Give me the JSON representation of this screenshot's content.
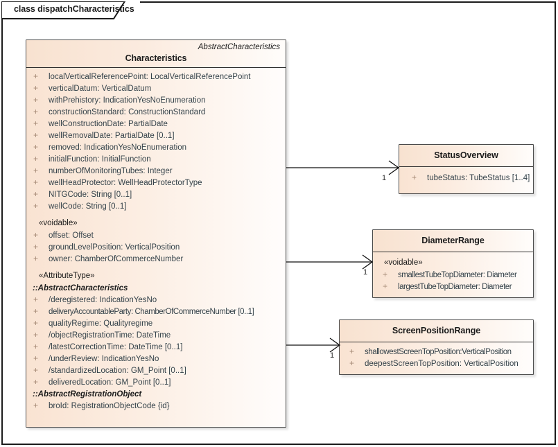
{
  "diagram": {
    "tab_label": "class dispatchCharacteristics"
  },
  "main_class": {
    "stereotype_right": "AbstractCharacteristics",
    "name": "Characteristics",
    "attributes": [
      {
        "vis": "+",
        "text": "localVerticalReferencePoint: LocalVerticalReferencePoint"
      },
      {
        "vis": "+",
        "text": "verticalDatum: VerticalDatum"
      },
      {
        "vis": "+",
        "text": "withPrehistory: IndicationYesNoEnumeration"
      },
      {
        "vis": "+",
        "text": "constructionStandard: ConstructionStandard"
      },
      {
        "vis": "+",
        "text": "wellConstructionDate: PartialDate"
      },
      {
        "vis": "+",
        "text": "wellRemovalDate: PartialDate [0..1]"
      },
      {
        "vis": "+",
        "text": "removed: IndicationYesNoEnumeration"
      },
      {
        "vis": "+",
        "text": "initialFunction: InitialFunction"
      },
      {
        "vis": "+",
        "text": "numberOfMonitoringTubes: Integer"
      },
      {
        "vis": "+",
        "text": "wellHeadProtector: WellHeadProtectorType"
      },
      {
        "vis": "+",
        "text": "NITGCode: String [0..1]"
      },
      {
        "vis": "+",
        "text": "wellCode: String [0..1]"
      }
    ],
    "voidable_stereotype": "«voidable»",
    "voidable_attributes": [
      {
        "vis": "+",
        "text": "offset: Offset"
      },
      {
        "vis": "+",
        "text": "groundLevelPosition: VerticalPosition"
      },
      {
        "vis": "+",
        "text": "owner: ChamberOfCommerceNumber"
      }
    ],
    "attributetype_stereotype": "«AttributeType»",
    "inherited_group_1": "::AbstractCharacteristics",
    "inherited_attributes_1": [
      {
        "vis": "+",
        "text": "/deregistered: IndicationYesNo"
      },
      {
        "vis": "+",
        "text": "deliveryAccountableParty: ChamberOfCommerceNumber [0..1]"
      },
      {
        "vis": "+",
        "text": "qualityRegime: Qualityregime"
      },
      {
        "vis": "+",
        "text": "/objectRegistrationTime: DateTime"
      },
      {
        "vis": "+",
        "text": "/latestCorrectionTime: DateTime [0..1]"
      },
      {
        "vis": "+",
        "text": "/underReview: IndicationYesNo"
      },
      {
        "vis": "+",
        "text": "/standardizedLocation: GM_Point [0..1]"
      },
      {
        "vis": "+",
        "text": "deliveredLocation: GM_Point [0..1]"
      }
    ],
    "inherited_group_2": "::AbstractRegistrationObject",
    "inherited_attributes_2": [
      {
        "vis": "+",
        "text": "broId: RegistrationObjectCode {id}"
      }
    ]
  },
  "status_overview": {
    "name": "StatusOverview",
    "attributes": [
      {
        "vis": "+",
        "text": "tubeStatus: TubeStatus [1..4]"
      }
    ]
  },
  "diameter_range": {
    "name": "DiameterRange",
    "stereotype": "«voidable»",
    "attributes": [
      {
        "vis": "+",
        "text": "smallestTubeTopDiameter: Diameter"
      },
      {
        "vis": "+",
        "text": "largestTubeTopDiameter: Diameter"
      }
    ]
  },
  "screen_position_range": {
    "name": "ScreenPositionRange",
    "attributes": [
      {
        "vis": "+",
        "text": "shallowestScreenTopPosition:VerticalPosition"
      },
      {
        "vis": "+",
        "text": "deepestScreenTopPosition: VerticalPosition"
      }
    ]
  },
  "connectors": [
    {
      "name": "characteristics-to-statusoverview",
      "target_multiplicity": "1"
    },
    {
      "name": "characteristics-to-diameterrange",
      "target_multiplicity": "1"
    },
    {
      "name": "characteristics-to-screenpositionrange",
      "target_multiplicity": "1"
    }
  ],
  "colors": {
    "class_fill_left": "#f9e3d2",
    "class_fill_right": "#fffdfc",
    "border": "#4a4a4a",
    "text": "#34424a",
    "visibility": "#a58a76",
    "frame": "#1b1b1b"
  }
}
